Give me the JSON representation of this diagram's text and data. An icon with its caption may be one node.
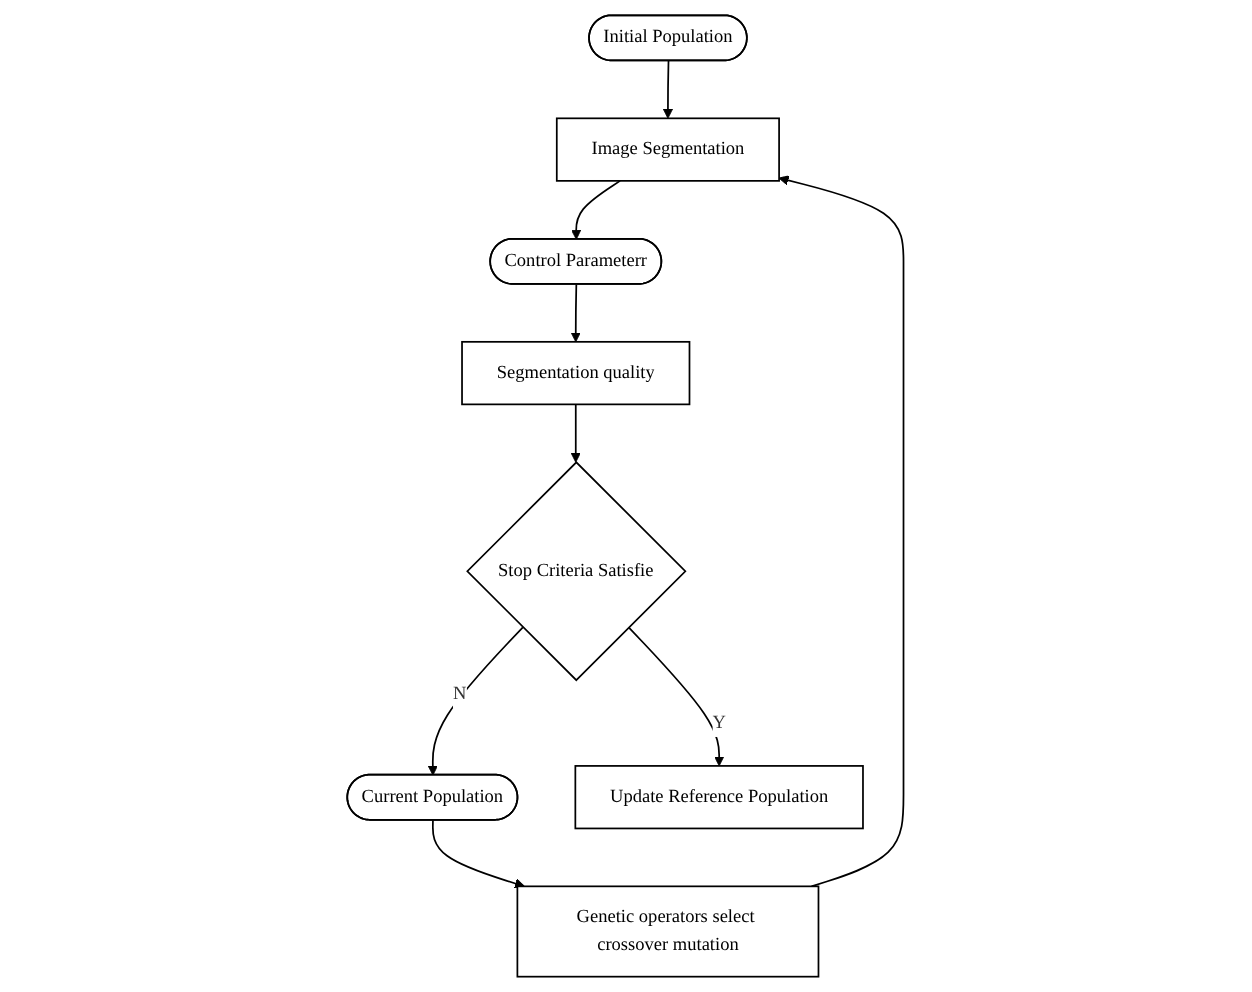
{
  "diagram": {
    "nodes": [
      {
        "text": [
          "Initial Population"
        ]
      },
      {
        "text": [
          "Image Segmentation"
        ]
      },
      {
        "text": [
          "Control Parameterr"
        ]
      },
      {
        "text": [
          "Segmentation quality"
        ]
      },
      {
        "text": [
          "Stop Criteria Satisfie"
        ]
      },
      {
        "text": [
          "Current Population"
        ]
      },
      {
        "text": [
          "Genetic operators select crossover mutation"
        ]
      },
      {
        "text": [
          "Update Reference Population"
        ]
      }
    ],
    "edges": [
      {
        "from": 0,
        "to": 1,
        "arrow": "to"
      },
      {
        "from": 1,
        "to": 2,
        "arrow": "to"
      },
      {
        "from": 2,
        "to": 3,
        "arrow": "to"
      },
      {
        "from": 3,
        "to": 4,
        "arrow": "to"
      },
      {
        "from": 4,
        "to": 5,
        "arrow": "to",
        "label": "N"
      },
      {
        "from": 5,
        "to": 6,
        "arrow": "to"
      },
      {
        "from": 6,
        "to": 1,
        "arrow": "to"
      },
      {
        "from": 4,
        "to": 7,
        "arrow": "to",
        "label": "Y"
      }
    ]
  }
}
